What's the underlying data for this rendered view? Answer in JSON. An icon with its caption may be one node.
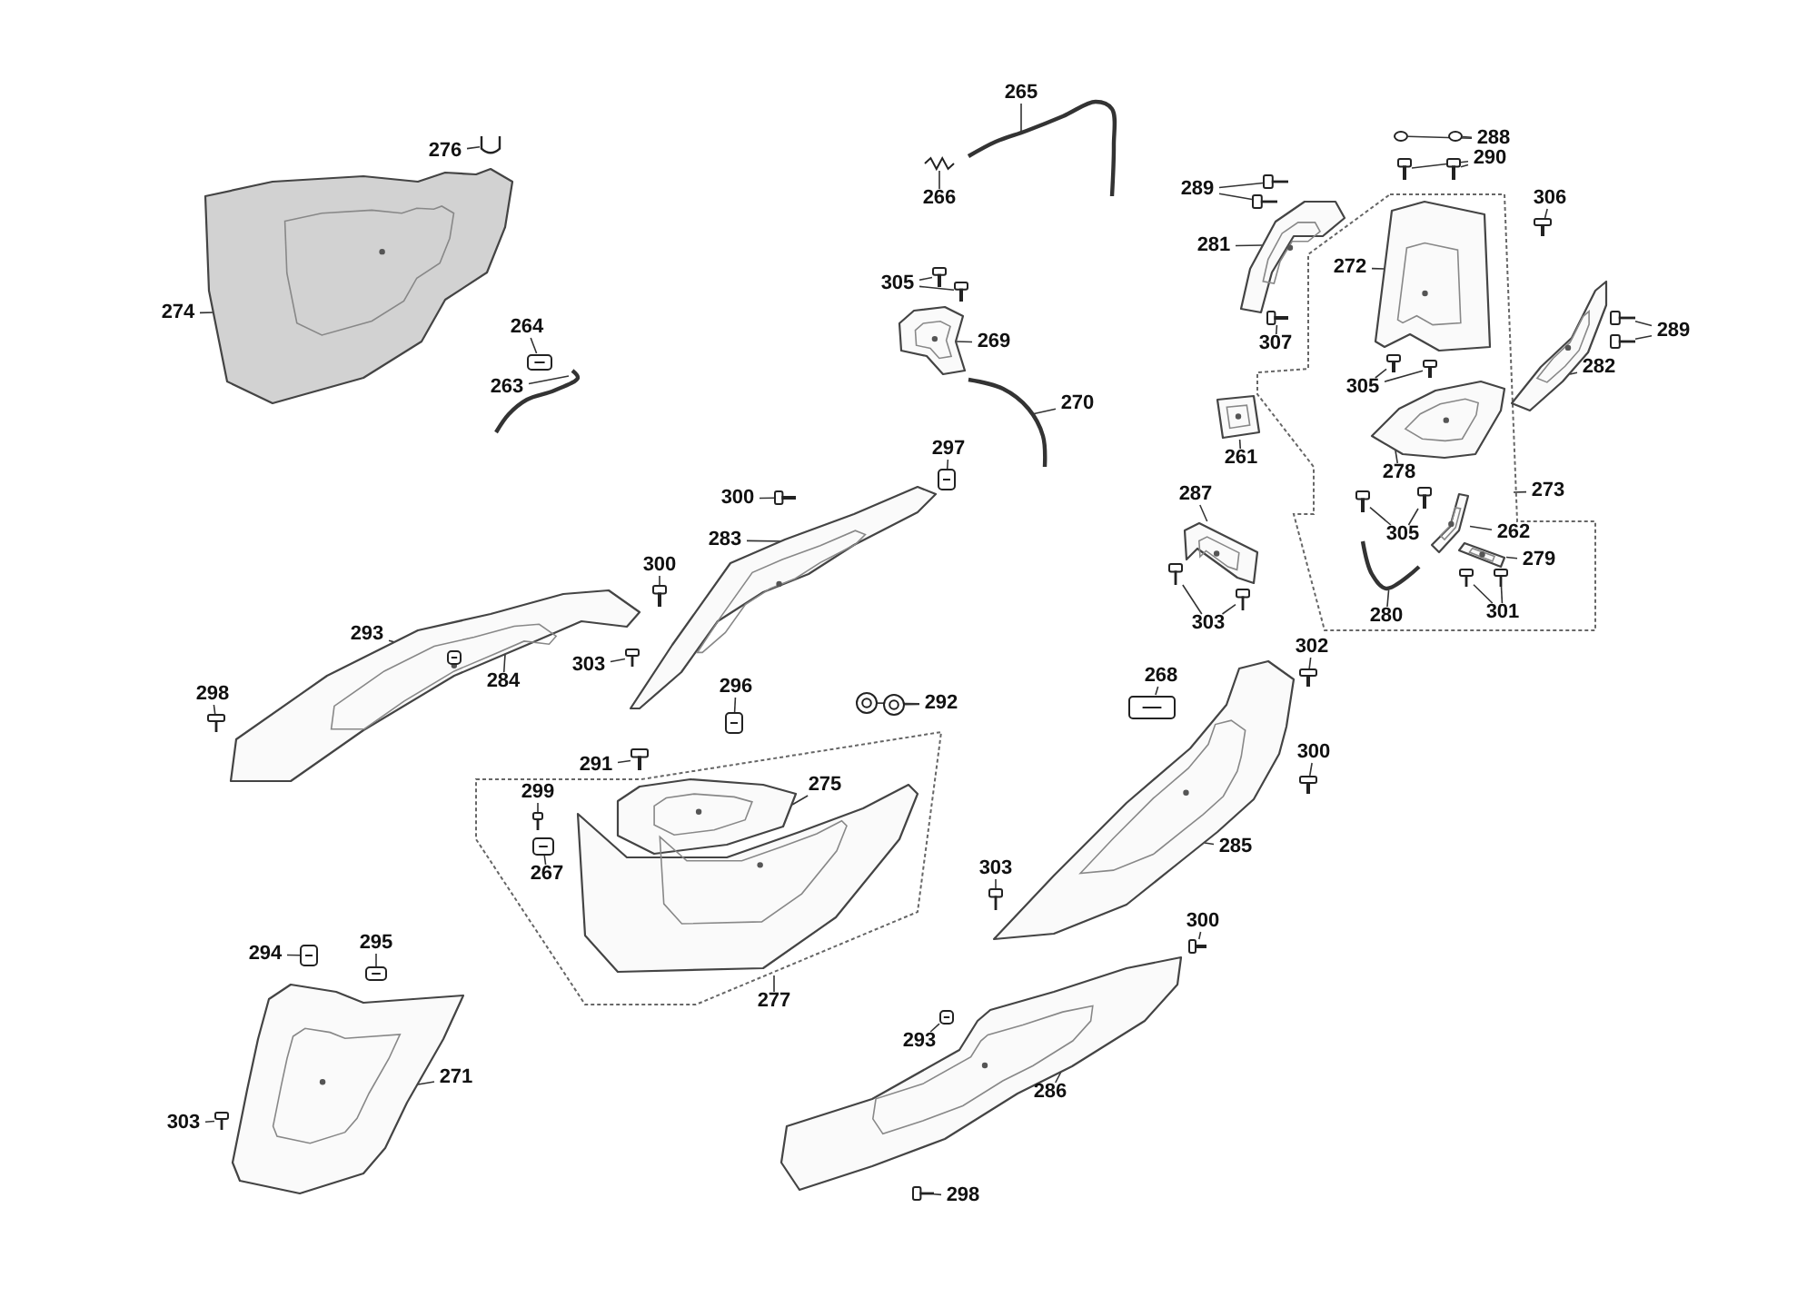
{
  "diagram": {
    "nodes": [
      {
        "text": [
          "276"
        ]
      },
      {
        "text": [],
        "shape": "picture"
      },
      {
        "text": [
          "274"
        ]
      },
      {
        "text": [],
        "shape": "picture"
      },
      {
        "text": [
          "264"
        ]
      },
      {
        "text": [],
        "shape": "picture"
      },
      {
        "text": [
          "263"
        ]
      },
      {
        "text": [],
        "shape": "picture"
      },
      {
        "text": [
          "265"
        ]
      },
      {
        "text": [],
        "shape": "picture"
      },
      {
        "text": [
          "266"
        ]
      },
      {
        "text": [],
        "shape": "picture"
      },
      {
        "text": [
          "305"
        ]
      },
      {
        "text": [],
        "shape": "picture"
      },
      {
        "text": [],
        "shape": "picture"
      },
      {
        "text": [
          "269"
        ]
      },
      {
        "text": [],
        "shape": "picture"
      },
      {
        "text": [
          "270"
        ]
      },
      {
        "text": [],
        "shape": "picture"
      },
      {
        "text": [
          "297"
        ]
      },
      {
        "text": [],
        "shape": "picture"
      },
      {
        "text": [
          "289"
        ]
      },
      {
        "text": [],
        "shape": "picture"
      },
      {
        "text": [],
        "shape": "picture"
      },
      {
        "text": [
          "288"
        ]
      },
      {
        "text": [],
        "shape": "circle"
      },
      {
        "text": [],
        "shape": "circle"
      },
      {
        "text": [
          "290"
        ]
      },
      {
        "text": [],
        "shape": "picture"
      },
      {
        "text": [],
        "shape": "picture"
      },
      {
        "text": [
          "281"
        ]
      },
      {
        "text": [],
        "shape": "picture"
      },
      {
        "text": [
          "307"
        ]
      },
      {
        "text": [],
        "shape": "picture"
      },
      {
        "text": [],
        "shape": "box"
      },
      {
        "text": [
          "272"
        ],
        "in": 34
      },
      {
        "text": [],
        "shape": "picture",
        "in": 34
      },
      {
        "text": [
          "306"
        ]
      },
      {
        "text": [],
        "shape": "picture"
      },
      {
        "text": [
          "282"
        ]
      },
      {
        "text": [],
        "shape": "picture"
      },
      {
        "text": [
          "289"
        ]
      },
      {
        "text": [],
        "shape": "picture"
      },
      {
        "text": [],
        "shape": "picture"
      },
      {
        "text": [
          "305"
        ],
        "in": 34
      },
      {
        "text": [],
        "shape": "picture",
        "in": 34
      },
      {
        "text": [],
        "shape": "picture",
        "in": 34
      },
      {
        "text": [
          "261"
        ]
      },
      {
        "text": [],
        "shape": "picture"
      },
      {
        "text": [
          "278"
        ],
        "in": 34
      },
      {
        "text": [],
        "shape": "picture",
        "in": 34
      },
      {
        "text": [
          "273"
        ]
      },
      {
        "text": [
          "287"
        ]
      },
      {
        "text": [],
        "shape": "picture"
      },
      {
        "text": [
          "303"
        ]
      },
      {
        "text": [],
        "shape": "picture"
      },
      {
        "text": [],
        "shape": "picture"
      },
      {
        "text": [
          "262"
        ],
        "in": 34
      },
      {
        "text": [],
        "shape": "picture",
        "in": 34
      },
      {
        "text": [
          "305"
        ],
        "in": 34
      },
      {
        "text": [],
        "shape": "picture",
        "in": 34
      },
      {
        "text": [],
        "shape": "picture",
        "in": 34
      },
      {
        "text": [
          "279"
        ],
        "in": 34
      },
      {
        "text": [],
        "shape": "picture",
        "in": 34
      },
      {
        "text": [
          "301"
        ],
        "in": 34
      },
      {
        "text": [],
        "shape": "picture",
        "in": 34
      },
      {
        "text": [],
        "shape": "picture",
        "in": 34
      },
      {
        "text": [
          "280"
        ],
        "in": 34
      },
      {
        "text": [],
        "shape": "picture",
        "in": 34
      },
      {
        "text": [
          "300"
        ]
      },
      {
        "text": [],
        "shape": "picture"
      },
      {
        "text": [
          "283"
        ]
      },
      {
        "text": [],
        "shape": "picture"
      },
      {
        "text": [
          "300"
        ]
      },
      {
        "text": [],
        "shape": "picture"
      },
      {
        "text": [
          "293"
        ]
      },
      {
        "text": [],
        "shape": "picture",
        "in": 78
      },
      {
        "text": [
          "284"
        ]
      },
      {
        "text": [],
        "shape": "picture"
      },
      {
        "text": [
          "303"
        ]
      },
      {
        "text": [],
        "shape": "picture"
      },
      {
        "text": [
          "298"
        ]
      },
      {
        "text": [],
        "shape": "picture"
      },
      {
        "text": [
          "296"
        ]
      },
      {
        "text": [],
        "shape": "picture"
      },
      {
        "text": [
          "292"
        ]
      },
      {
        "text": [],
        "shape": "picture"
      },
      {
        "text": [],
        "shape": "picture"
      },
      {
        "text": [
          "302"
        ]
      },
      {
        "text": [],
        "shape": "picture"
      },
      {
        "text": [
          "268"
        ]
      },
      {
        "text": [],
        "shape": "picture"
      },
      {
        "text": [
          "300"
        ]
      },
      {
        "text": [],
        "shape": "picture"
      },
      {
        "text": [
          "291"
        ]
      },
      {
        "text": [],
        "shape": "picture"
      },
      {
        "text": [],
        "shape": "box"
      },
      {
        "text": [
          "275"
        ],
        "in": 96
      },
      {
        "text": [],
        "shape": "picture",
        "in": 96
      },
      {
        "text": [
          "299"
        ],
        "in": 96
      },
      {
        "text": [],
        "shape": "picture",
        "in": 96
      },
      {
        "text": [
          "267"
        ],
        "in": 96
      },
      {
        "text": [],
        "shape": "picture",
        "in": 96
      },
      {
        "text": [],
        "shape": "picture",
        "in": 96
      },
      {
        "text": [
          "285"
        ]
      },
      {
        "text": [],
        "shape": "picture"
      },
      {
        "text": [
          "303"
        ]
      },
      {
        "text": [],
        "shape": "picture"
      },
      {
        "text": [
          "300"
        ]
      },
      {
        "text": [],
        "shape": "picture"
      },
      {
        "text": [
          "294"
        ]
      },
      {
        "text": [],
        "shape": "picture"
      },
      {
        "text": [
          "295"
        ]
      },
      {
        "text": [],
        "shape": "picture"
      },
      {
        "text": [
          "277"
        ]
      },
      {
        "text": [
          "293"
        ]
      },
      {
        "text": [],
        "shape": "picture"
      },
      {
        "text": [
          "271"
        ]
      },
      {
        "text": [],
        "shape": "picture"
      },
      {
        "text": [
          "286"
        ]
      },
      {
        "text": [],
        "shape": "picture"
      },
      {
        "text": [
          "303"
        ]
      },
      {
        "text": [],
        "shape": "picture"
      },
      {
        "text": [
          "298"
        ]
      },
      {
        "text": [],
        "shape": "picture"
      }
    ],
    "edges": [
      {
        "from": 0,
        "to": 1,
        "arrow": "none"
      },
      {
        "from": 2,
        "to": 3,
        "arrow": "none"
      },
      {
        "from": 4,
        "to": 5,
        "arrow": "none"
      },
      {
        "from": 6,
        "to": 7,
        "arrow": "none"
      },
      {
        "from": 8,
        "to": 9,
        "arrow": "none"
      },
      {
        "from": 10,
        "to": 11,
        "arrow": "none"
      },
      {
        "from": 12,
        "to": 13,
        "arrow": "none"
      },
      {
        "from": 12,
        "to": 14,
        "arrow": "none"
      },
      {
        "from": 15,
        "to": 16,
        "arrow": "none"
      },
      {
        "from": 17,
        "to": 18,
        "arrow": "none"
      },
      {
        "from": 19,
        "to": 20,
        "arrow": "none"
      },
      {
        "from": 21,
        "to": 22,
        "arrow": "none"
      },
      {
        "from": 21,
        "to": 23,
        "arrow": "none"
      },
      {
        "from": 24,
        "to": 25,
        "arrow": "none"
      },
      {
        "from": 24,
        "to": 26,
        "arrow": "none"
      },
      {
        "from": 27,
        "to": 28,
        "arrow": "none"
      },
      {
        "from": 27,
        "to": 29,
        "arrow": "none"
      },
      {
        "from": 30,
        "to": 31,
        "arrow": "none"
      },
      {
        "from": 32,
        "to": 33,
        "arrow": "none"
      },
      {
        "from": 35,
        "to": 36,
        "arrow": "none"
      },
      {
        "from": 37,
        "to": 38,
        "arrow": "none"
      },
      {
        "from": 39,
        "to": 40,
        "arrow": "none"
      },
      {
        "from": 41,
        "to": 42,
        "arrow": "none"
      },
      {
        "from": 41,
        "to": 43,
        "arrow": "none"
      },
      {
        "from": 44,
        "to": 45,
        "arrow": "none"
      },
      {
        "from": 44,
        "to": 46,
        "arrow": "none"
      },
      {
        "from": 47,
        "to": 48,
        "arrow": "none"
      },
      {
        "from": 49,
        "to": 50,
        "arrow": "none"
      },
      {
        "from": 51,
        "to": 34,
        "arrow": "none"
      },
      {
        "from": 52,
        "to": 53,
        "arrow": "none"
      },
      {
        "from": 54,
        "to": 55,
        "arrow": "none"
      },
      {
        "from": 54,
        "to": 56,
        "arrow": "none"
      },
      {
        "from": 57,
        "to": 58,
        "arrow": "none"
      },
      {
        "from": 59,
        "to": 60,
        "arrow": "none"
      },
      {
        "from": 59,
        "to": 61,
        "arrow": "none"
      },
      {
        "from": 62,
        "to": 63,
        "arrow": "none"
      },
      {
        "from": 64,
        "to": 65,
        "arrow": "none"
      },
      {
        "from": 64,
        "to": 66,
        "arrow": "none"
      },
      {
        "from": 67,
        "to": 68,
        "arrow": "none"
      },
      {
        "from": 69,
        "to": 70,
        "arrow": "none"
      },
      {
        "from": 71,
        "to": 72,
        "arrow": "none"
      },
      {
        "from": 73,
        "to": 74,
        "arrow": "none"
      },
      {
        "from": 75,
        "to": 76,
        "arrow": "none"
      },
      {
        "from": 77,
        "to": 78,
        "arrow": "none"
      },
      {
        "from": 79,
        "to": 80,
        "arrow": "none"
      },
      {
        "from": 81,
        "to": 82,
        "arrow": "none"
      },
      {
        "from": 83,
        "to": 84,
        "arrow": "none"
      },
      {
        "from": 85,
        "to": 86,
        "arrow": "none"
      },
      {
        "from": 85,
        "to": 87,
        "arrow": "none"
      },
      {
        "from": 88,
        "to": 89,
        "arrow": "none"
      },
      {
        "from": 90,
        "to": 91,
        "arrow": "none"
      },
      {
        "from": 92,
        "to": 93,
        "arrow": "none"
      },
      {
        "from": 94,
        "to": 95,
        "arrow": "none"
      },
      {
        "from": 97,
        "to": 98,
        "arrow": "none"
      },
      {
        "from": 99,
        "to": 100,
        "arrow": "none"
      },
      {
        "from": 101,
        "to": 102,
        "arrow": "none"
      },
      {
        "from": 104,
        "to": 105,
        "arrow": "none"
      },
      {
        "from": 106,
        "to": 107,
        "arrow": "none"
      },
      {
        "from": 108,
        "to": 109,
        "arrow": "none"
      },
      {
        "from": 110,
        "to": 111,
        "arrow": "none"
      },
      {
        "from": 112,
        "to": 113,
        "arrow": "none"
      },
      {
        "from": 114,
        "to": 96,
        "arrow": "none"
      },
      {
        "from": 115,
        "to": 116,
        "arrow": "none"
      },
      {
        "from": 117,
        "to": 118,
        "arrow": "none"
      },
      {
        "from": 119,
        "to": 120,
        "arrow": "none"
      },
      {
        "from": 121,
        "to": 122,
        "arrow": "none"
      },
      {
        "from": 123,
        "to": 124,
        "arrow": "none"
      }
    ]
  }
}
